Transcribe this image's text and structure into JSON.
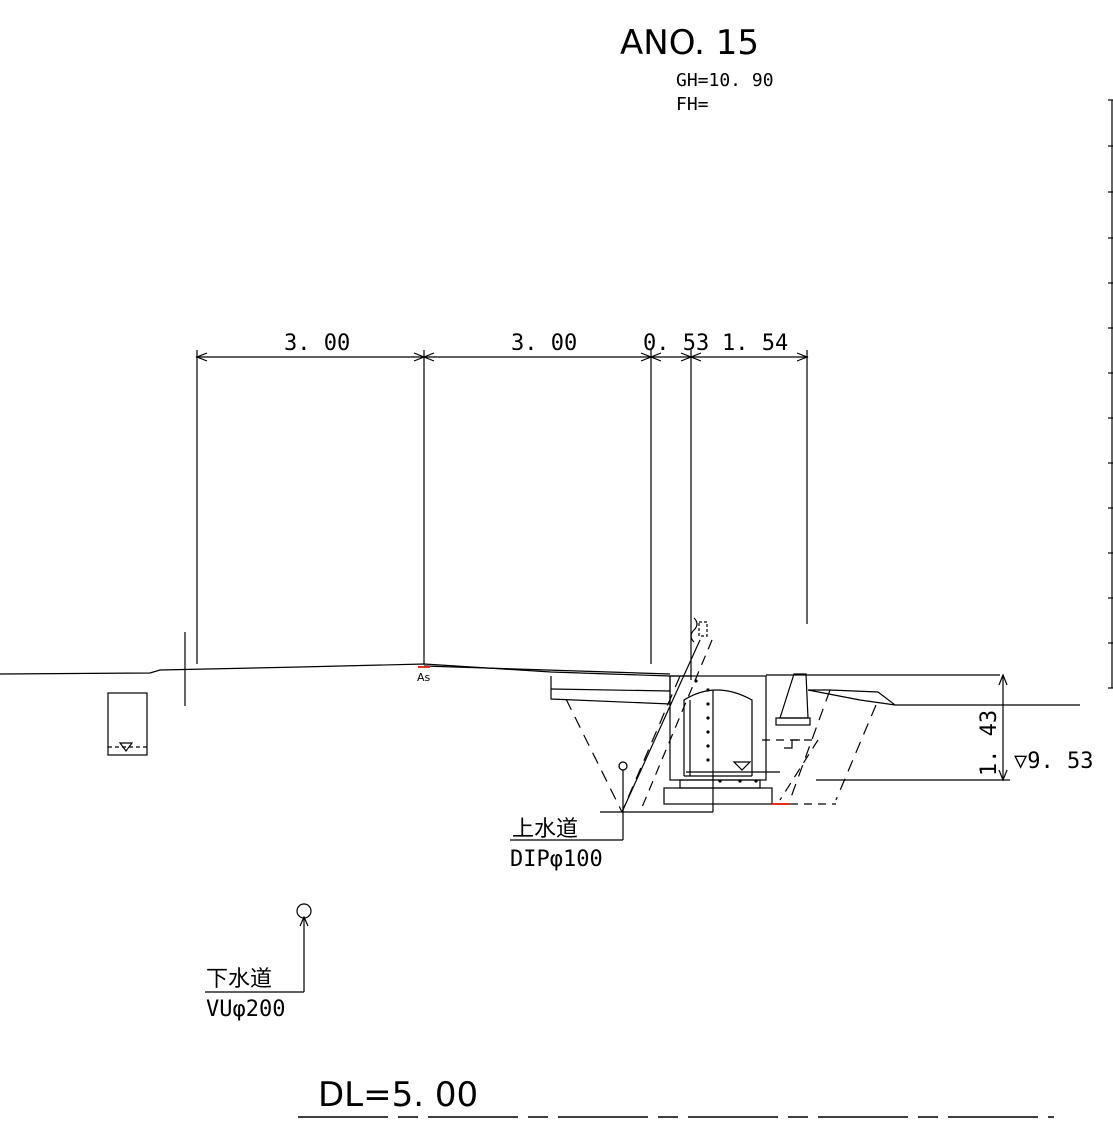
{
  "section": {
    "title": "ANO. 15",
    "ground_height": "GH=10. 90",
    "formation_height": "FH="
  },
  "dimensions": {
    "top_1": "3. 00",
    "top_2": "3. 00",
    "top_3": "0. 53",
    "top_4": "1. 54",
    "depth": "1. 43",
    "water_level": "▽9. 53"
  },
  "labels": {
    "asphalt": "As"
  },
  "utilities": {
    "water_main": {
      "name": "上水道",
      "spec": "DIPφ100"
    },
    "sewer": {
      "name": "下水道",
      "spec": "VUφ200"
    }
  },
  "datum": {
    "label": "DL=5. 00"
  },
  "colors": {
    "line": "#000000",
    "accent": "#e0301e"
  }
}
